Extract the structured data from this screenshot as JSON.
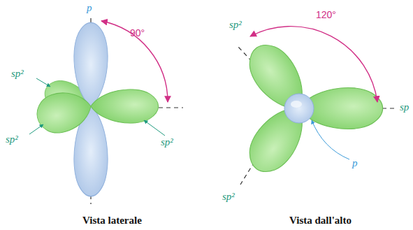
{
  "diagram": {
    "labels": [
      "p",
      "90°",
      "sp²",
      "sp²",
      "sp²",
      "sp²",
      "120°",
      "sp",
      "p",
      "sp²",
      "Vista laterale",
      "Vista dall'alto"
    ]
  }
}
